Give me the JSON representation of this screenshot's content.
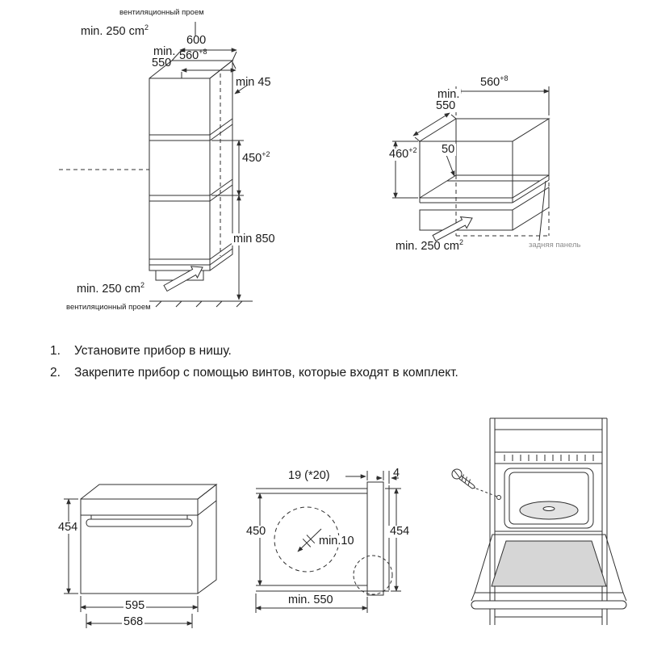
{
  "top_left": {
    "vent_top_label": "вентиляционный проем",
    "vent_top_area": "min. 250 cm",
    "vent_top_area_sup": "2",
    "dim_depth": "600",
    "min_word": "min.",
    "min_value": "550",
    "dim_width": "560",
    "dim_width_sup": "+8",
    "dim_rear_gap": "min 45",
    "dim_niche_height": "450",
    "dim_niche_height_sup": "+2",
    "dim_bottom_height": "min 850",
    "vent_bottom_area": "min. 250 cm",
    "vent_bottom_area_sup": "2",
    "vent_bottom_label": "вентиляционный проем"
  },
  "top_right": {
    "dim_width": "560",
    "dim_width_sup": "+8",
    "min_word": "min.",
    "min_value": "550",
    "dim_height": "460",
    "dim_height_sup": "+2",
    "dim_slot": "50",
    "vent_area": "min. 250 cm",
    "vent_area_sup": "2",
    "back_panel_label": "задняя панель"
  },
  "instructions": [
    {
      "num": "1.",
      "text": "Установите прибор в нишу."
    },
    {
      "num": "2.",
      "text": "Закрепите прибор с помощью винтов, которые входят в комплект."
    }
  ],
  "bottom_left": {
    "dim_height": "454",
    "dim_width": "595",
    "dim_depth": "568"
  },
  "bottom_middle": {
    "dim_panel_thickness": "19 (*20)",
    "dim_gap": "4",
    "dim_inner_height": "450",
    "dim_outer_height": "454",
    "dim_min_clearance": "min.10",
    "dim_depth": "min. 550"
  }
}
